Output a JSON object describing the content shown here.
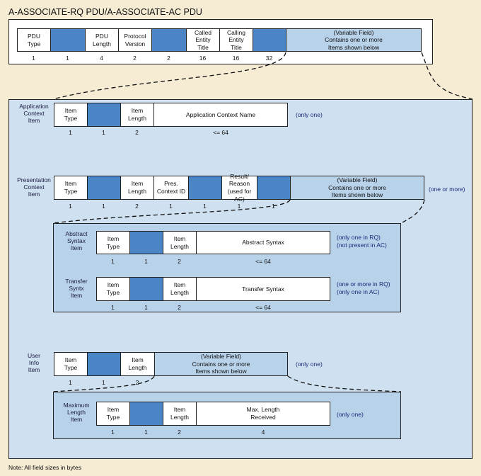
{
  "title": "A-ASSOCIATE-RQ PDU/A-ASSOCIATE-AC PDU",
  "top_row": {
    "fields": [
      "PDU\nType",
      "",
      "PDU\nLength",
      "Protocol\nVersion",
      "",
      "Called\nEntity\nTitle",
      "Calling\nEntity\nTitle",
      "",
      "(Variable Field)\nContains one or more\nItems shown below"
    ],
    "sizes": [
      "1",
      "1",
      "4",
      "2",
      "2",
      "16",
      "16",
      "32"
    ]
  },
  "app_context": {
    "label": "Application\nContext\nItem",
    "fields": [
      "Item\nType",
      "",
      "Item\nLength",
      "Application Context Name"
    ],
    "sizes": [
      "1",
      "1",
      "2",
      "<= 64"
    ],
    "note": "(only one)"
  },
  "presentation": {
    "label": "Presentation\nContext\nItem",
    "fields": [
      "Item\nType",
      "",
      "Item\nLength",
      "Pres.\nContext ID",
      "",
      "Result/\nReason\n(used for AC)",
      "",
      "(Variable Field)\nContains one or more\nItems shown below"
    ],
    "sizes": [
      "1",
      "1",
      "2",
      "1",
      "1",
      "1",
      "1"
    ],
    "note": "(one or more)"
  },
  "abstract_syntax": {
    "label": "Abstract\nSyntax\nItem",
    "fields": [
      "Item\nType",
      "",
      "Item\nLength",
      "Abstract Syntax"
    ],
    "sizes": [
      "1",
      "1",
      "2",
      "<= 64"
    ],
    "note": "(only one in RQ)\n(not present in AC)"
  },
  "transfer_syntax": {
    "label": "Transfer\nSyntx\nItem",
    "fields": [
      "Item\nType",
      "",
      "Item\nLength",
      "Transfer Syntax"
    ],
    "sizes": [
      "1",
      "1",
      "2",
      "<= 64"
    ],
    "note": "(one or more in RQ)\n(only one in AC)"
  },
  "user_info": {
    "label": "User\nInfo\nItem",
    "fields": [
      "Item\nType",
      "",
      "Item\nLength",
      "(Variable Field)\nContains one or more\nItems shown below"
    ],
    "sizes": [
      "1",
      "1",
      "2"
    ],
    "note": "(only one)"
  },
  "max_length": {
    "label": "Maximum\nLength\nItem",
    "fields": [
      "Item\nType",
      "",
      "Item\nLength",
      "Max. Length\nReceived"
    ],
    "sizes": [
      "1",
      "1",
      "2",
      "4"
    ],
    "note": "(only one)"
  },
  "footnote": "Note: All field sizes in bytes",
  "colors": {
    "background": "#f5ecd3",
    "panel": "#cfe0f0",
    "field_dark": "#4a86c5",
    "variable_field": "#b8d2ea"
  }
}
